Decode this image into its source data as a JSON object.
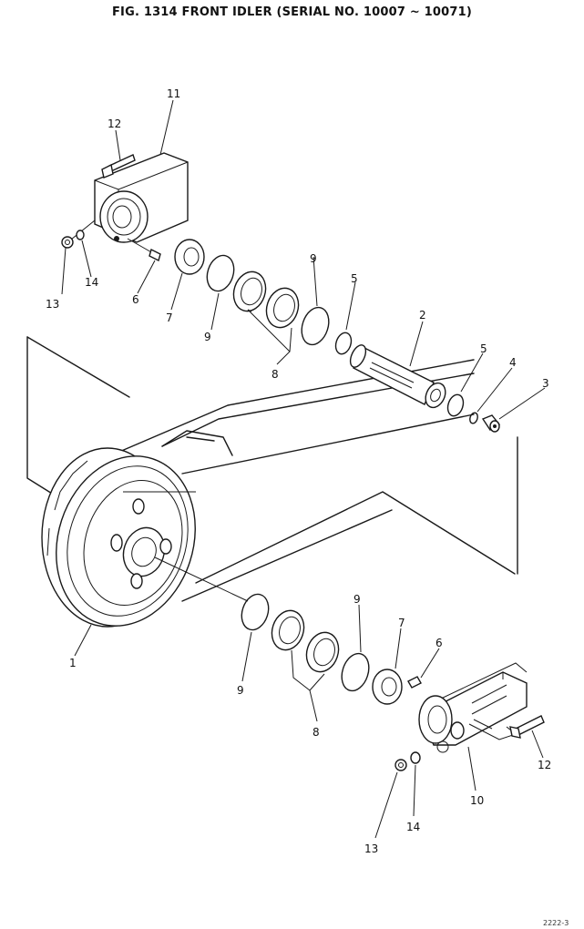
{
  "figure": {
    "title": "FIG. 1314   FRONT IDLER (SERIAL NO. 10007 ~ 10071)",
    "corner_code": "2222-3"
  },
  "callouts": {
    "c1": "1",
    "c2": "2",
    "c3": "3",
    "c4": "4",
    "c5a": "5",
    "c5b": "5",
    "c6a": "6",
    "c6b": "6",
    "c7a": "7",
    "c7b": "7",
    "c8a": "8",
    "c8b": "8",
    "c9a": "9",
    "c9b": "9",
    "c9c": "9",
    "c9d": "9",
    "c10": "10",
    "c11": "11",
    "c12a": "12",
    "c12b": "12",
    "c13a": "13",
    "c13b": "13",
    "c14a": "14",
    "c14b": "14"
  }
}
